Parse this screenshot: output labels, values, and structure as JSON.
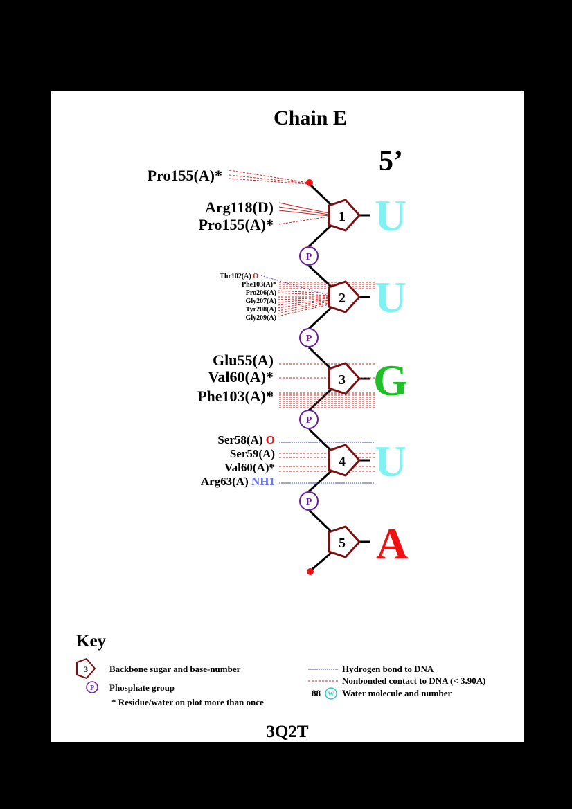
{
  "title": "Chain E",
  "five_prime": "5’",
  "pdb_id": "3Q2T",
  "colors": {
    "backbone": "#000000",
    "sugar": "#7a1010",
    "phosphate": "#6a1b9a",
    "hbond": "#3344cc",
    "nonbonded": "#cc2020",
    "base_U": "#7ff3f3",
    "base_G": "#1fbf2a",
    "base_A": "#ee1111",
    "terminal": "#ee1111",
    "atom_O": "#ee1111",
    "atom_N": "#6677ee",
    "water": "#22cccc"
  },
  "nucleotides": [
    {
      "number": "1",
      "base": "U"
    },
    {
      "number": "2",
      "base": "U"
    },
    {
      "number": "3",
      "base": "G"
    },
    {
      "number": "4",
      "base": "U"
    },
    {
      "number": "5",
      "base": "A"
    }
  ],
  "phosphate_label": "P",
  "contacts": {
    "terminal": [
      {
        "residue": "Pro155(A)*",
        "atom": ""
      }
    ],
    "n1": [
      {
        "residue": "Arg118(D)",
        "atom": ""
      },
      {
        "residue": "Pro155(A)*",
        "atom": ""
      }
    ],
    "n2": [
      {
        "residue": "Thr102(A)",
        "atom": "O"
      },
      {
        "residue": "Phe103(A)*",
        "atom": ""
      },
      {
        "residue": "Pro206(A)",
        "atom": ""
      },
      {
        "residue": "Gly207(A)",
        "atom": ""
      },
      {
        "residue": "Tyr208(A)",
        "atom": ""
      },
      {
        "residue": "Gly209(A)",
        "atom": ""
      }
    ],
    "n3": [
      {
        "residue": "Glu55(A)",
        "atom": ""
      },
      {
        "residue": "Val60(A)*",
        "atom": ""
      },
      {
        "residue": "Phe103(A)*",
        "atom": ""
      }
    ],
    "n4": [
      {
        "residue": "Ser58(A)",
        "atom": "O"
      },
      {
        "residue": "Ser59(A)",
        "atom": ""
      },
      {
        "residue": "Val60(A)*",
        "atom": ""
      },
      {
        "residue": "Arg63(A)",
        "atom": "NH1"
      }
    ]
  },
  "key": {
    "title": "Key",
    "sugar_example": "3",
    "sugar_label": "Backbone sugar and base-number",
    "phosphate_example": "P",
    "phosphate_label": "Phosphate group",
    "repeat_note": "* Residue/water on plot more than once",
    "hbond_label": "Hydrogen bond to DNA",
    "nonbonded_label": "Nonbonded contact to DNA (< 3.90A)",
    "water_number": "88",
    "water_symbol": "W",
    "water_label": "Water molecule and number"
  }
}
